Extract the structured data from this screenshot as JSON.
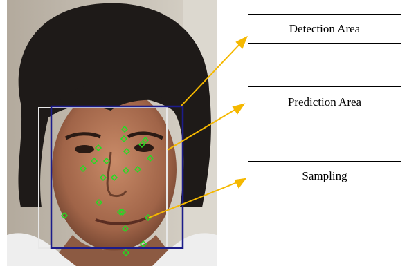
{
  "labels": {
    "detection": "Detection Area",
    "prediction": "Prediction Area",
    "sampling": "Sampling"
  },
  "colors": {
    "detection_box": "#1c1c8a",
    "prediction_box": "#e8e8e8",
    "sample_points": "#22dd22",
    "arrows": "#f5b800"
  },
  "icons": {
    "sample_marker": "diamond-icon"
  }
}
